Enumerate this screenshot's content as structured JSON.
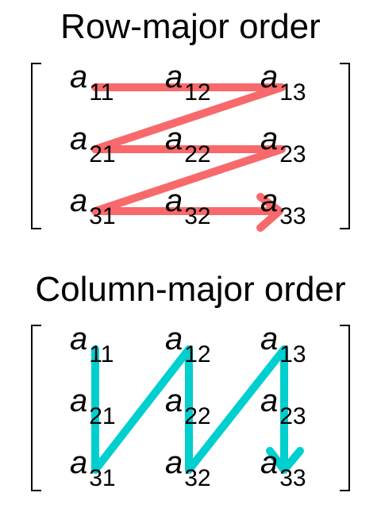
{
  "row_major": {
    "title": "Row-major order",
    "arrow_color": "#f8696b",
    "elements": [
      {
        "var": "a",
        "sub": "11"
      },
      {
        "var": "a",
        "sub": "12"
      },
      {
        "var": "a",
        "sub": "13"
      },
      {
        "var": "a",
        "sub": "21"
      },
      {
        "var": "a",
        "sub": "22"
      },
      {
        "var": "a",
        "sub": "23"
      },
      {
        "var": "a",
        "sub": "31"
      },
      {
        "var": "a",
        "sub": "32"
      },
      {
        "var": "a",
        "sub": "33"
      }
    ]
  },
  "column_major": {
    "title": "Column-major order",
    "arrow_color": "#00cfcf",
    "elements": [
      {
        "var": "a",
        "sub": "11"
      },
      {
        "var": "a",
        "sub": "12"
      },
      {
        "var": "a",
        "sub": "13"
      },
      {
        "var": "a",
        "sub": "21"
      },
      {
        "var": "a",
        "sub": "22"
      },
      {
        "var": "a",
        "sub": "23"
      },
      {
        "var": "a",
        "sub": "31"
      },
      {
        "var": "a",
        "sub": "32"
      },
      {
        "var": "a",
        "sub": "33"
      }
    ]
  }
}
